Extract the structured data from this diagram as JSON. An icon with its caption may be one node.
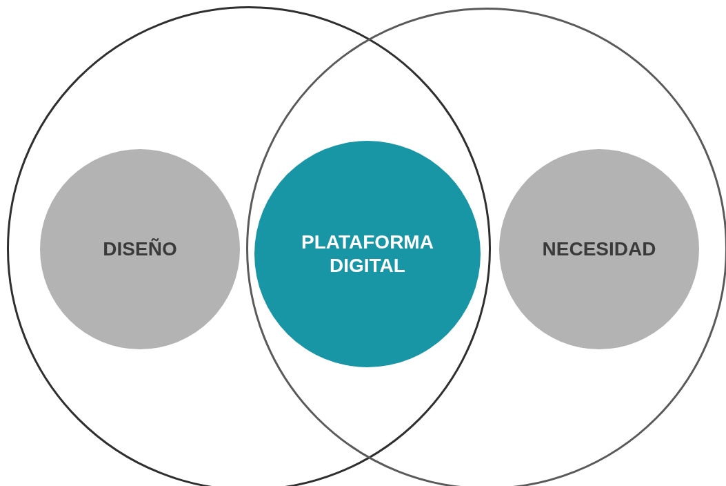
{
  "diagram": {
    "nodes": [
      {
        "text": [],
        "shape": "circle"
      },
      {
        "text": [],
        "shape": "circle"
      },
      {
        "text": [
          "DISEÑO"
        ],
        "in": 0
      },
      {
        "text": [
          "PLATAFORMA DIGITAL"
        ]
      },
      {
        "text": [
          "NECESIDAD"
        ],
        "in": 1
      }
    ],
    "edges": []
  }
}
